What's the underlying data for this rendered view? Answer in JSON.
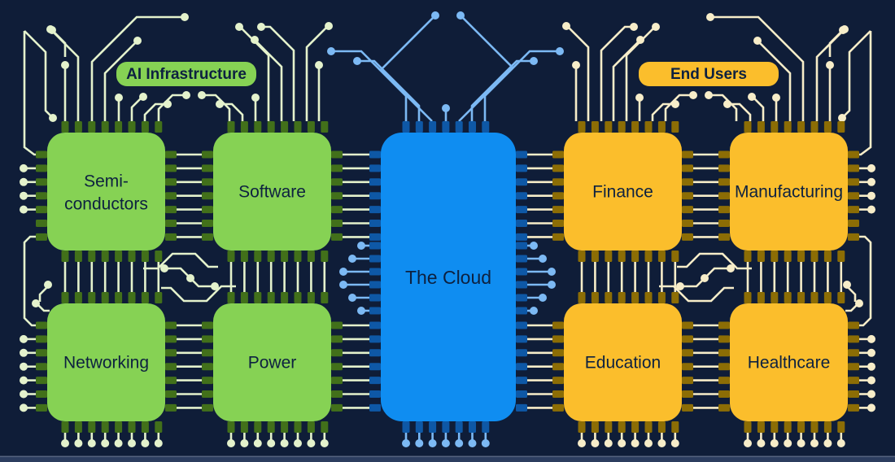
{
  "page": {
    "title": "AI Infrastructure and End Users circuit board diagram"
  },
  "badges": {
    "ai_infrastructure": "AI Infrastructure",
    "end_users": "End Users"
  },
  "cloud": {
    "label": "The Cloud"
  },
  "chips": [
    {
      "id": "semiconductors",
      "label": "Semi-conductors",
      "lines": [
        "Semi-",
        "conductors"
      ],
      "group": "ai-infrastructure"
    },
    {
      "id": "software",
      "label": "Software",
      "group": "ai-infrastructure"
    },
    {
      "id": "networking",
      "label": "Networking",
      "group": "ai-infrastructure"
    },
    {
      "id": "power",
      "label": "Power",
      "group": "ai-infrastructure"
    },
    {
      "id": "finance",
      "label": "Finance",
      "group": "end-users"
    },
    {
      "id": "manufacturing",
      "label": "Manufacturing",
      "group": "end-users"
    },
    {
      "id": "education",
      "label": "Education",
      "group": "end-users"
    },
    {
      "id": "healthcare",
      "label": "Healthcare",
      "group": "end-users"
    }
  ],
  "colors": {
    "background": "#0F1D38",
    "bottom_bar": "#2C3D5F",
    "bottom_bar_edge": "#55637F",
    "chip_green": "#86D254",
    "pin_green": "#42701A",
    "trace_green": "#E4F2CC",
    "chip_yellow": "#FBBE2C",
    "pin_yellow": "#8C6D05",
    "trace_cream": "#F7EDC9",
    "chip_blue": "#0F8DF1",
    "pin_blue": "#0E58A6",
    "trace_blue": "#7CB9F4",
    "text_navy": "#0D2140"
  }
}
